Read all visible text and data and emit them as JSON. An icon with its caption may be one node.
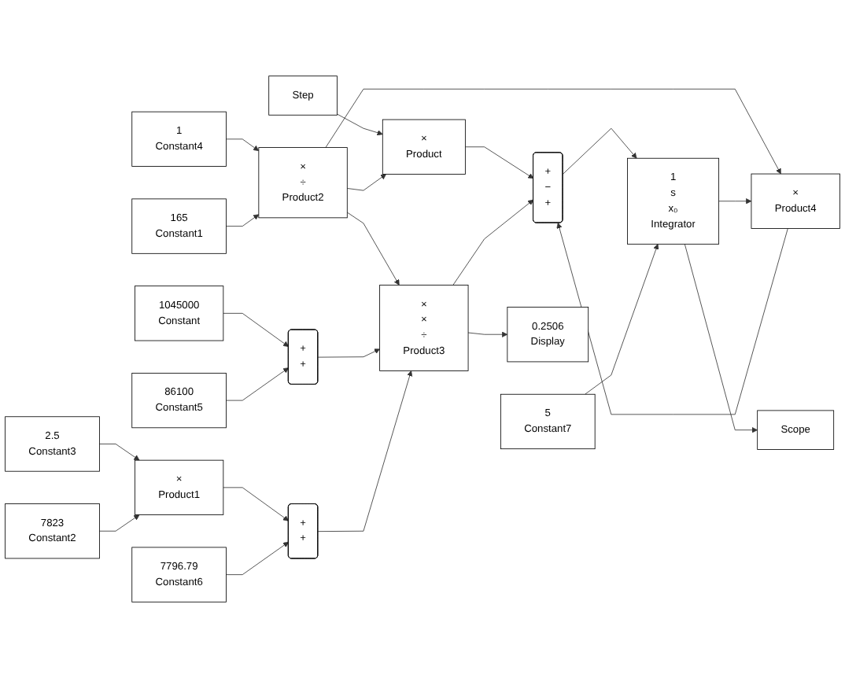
{
  "diagram": {
    "nodes": [
      {
        "text": [
          "Step"
        ]
      },
      {
        "text": [
          "×",
          "Product"
        ]
      },
      {
        "text": [
          "1",
          "Constant4"
        ]
      },
      {
        "text": [
          "×",
          "÷",
          "Product2"
        ]
      },
      {
        "text": [
          "×",
          "Product4"
        ]
      },
      {
        "text": [
          "165",
          "Constant1"
        ]
      },
      {
        "text": [
          "1045000",
          "Constant"
        ]
      },
      {
        "text": [
          "+",
          "−",
          "+"
        ]
      },
      {
        "text": [
          "1",
          "s",
          "x₀",
          "Integrator"
        ]
      },
      {
        "text": [
          "Scope"
        ]
      },
      {
        "text": [
          "86100",
          "Constant5"
        ]
      },
      {
        "text": [
          "+",
          "+"
        ]
      },
      {
        "text": [
          "×",
          "×",
          "÷",
          "Product3"
        ]
      },
      {
        "text": [
          "5",
          "Constant7"
        ]
      },
      {
        "text": [
          "2.5",
          "Constant3"
        ]
      },
      {
        "text": [
          "×",
          "Product1"
        ]
      },
      {
        "text": [
          "7823",
          "Constant2"
        ]
      },
      {
        "text": [
          "0.2506",
          "Display"
        ]
      },
      {
        "text": [
          "+",
          "+"
        ]
      },
      {
        "text": [
          "7796.79",
          "Constant6"
        ]
      }
    ],
    "edges": [
      {
        "from": 0,
        "to": 1,
        "arrow": "to"
      },
      {
        "from": 2,
        "to": 3,
        "arrow": "to"
      },
      {
        "from": 5,
        "to": 3,
        "arrow": "to"
      },
      {
        "from": 3,
        "to": 1,
        "arrow": "to"
      },
      {
        "from": 3,
        "to": 4,
        "arrow": "to"
      },
      {
        "from": 3,
        "to": 12,
        "arrow": "to"
      },
      {
        "from": 8,
        "to": 4,
        "arrow": "to"
      },
      {
        "from": 1,
        "to": 7,
        "arrow": "to"
      },
      {
        "from": 4,
        "to": 7,
        "arrow": "to"
      },
      {
        "from": 12,
        "to": 7,
        "arrow": "to"
      },
      {
        "from": 7,
        "to": 8,
        "arrow": "to"
      },
      {
        "from": 13,
        "to": 8,
        "arrow": "to"
      },
      {
        "from": 8,
        "to": 9,
        "arrow": "to"
      },
      {
        "from": 6,
        "to": 11,
        "arrow": "to"
      },
      {
        "from": 10,
        "to": 11,
        "arrow": "to"
      },
      {
        "from": 11,
        "to": 12,
        "arrow": "to"
      },
      {
        "from": 18,
        "to": 12,
        "arrow": "to"
      },
      {
        "from": 12,
        "to": 17,
        "arrow": "to"
      },
      {
        "from": 14,
        "to": 15,
        "arrow": "to"
      },
      {
        "from": 16,
        "to": 15,
        "arrow": "to"
      },
      {
        "from": 15,
        "to": 18,
        "arrow": "to"
      },
      {
        "from": 19,
        "to": 18,
        "arrow": "to"
      }
    ]
  }
}
